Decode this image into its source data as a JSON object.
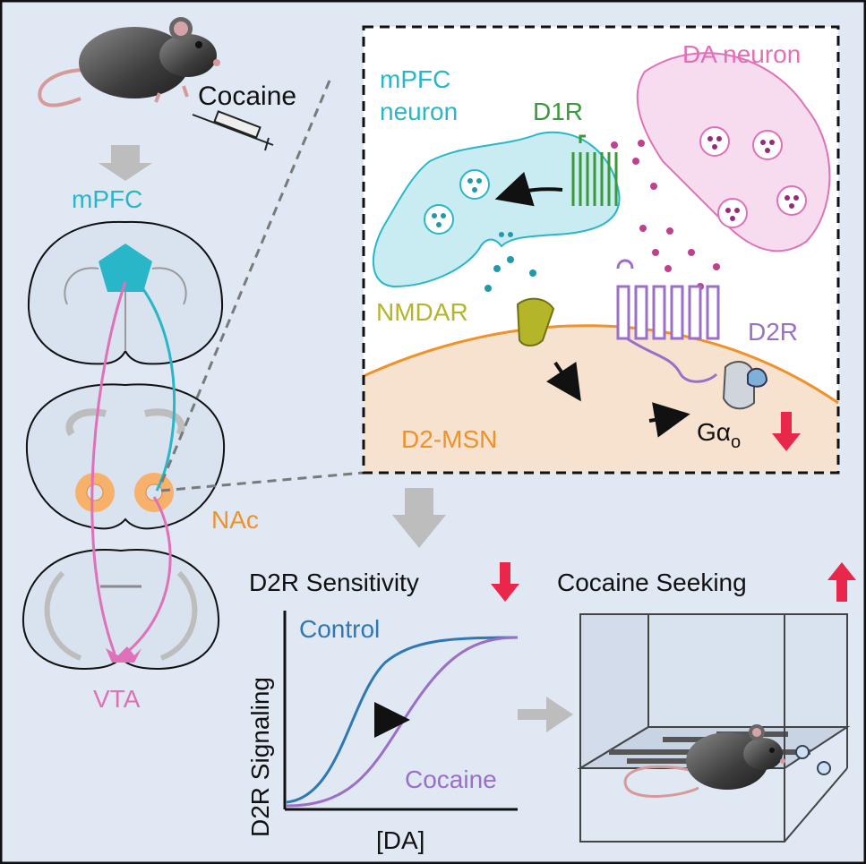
{
  "labels": {
    "cocaine_injection": "Cocaine",
    "mpfc_region": "mPFC",
    "nac": "NAc",
    "vta": "VTA",
    "mpfc_neuron_line1": "mPFC",
    "mpfc_neuron_line2": "neuron",
    "d1r": "D1R",
    "da_neuron": "DA neuron",
    "nmdar": "NMDAR",
    "d2r": "D2R",
    "d2_msn": "D2-MSN",
    "g_alpha": "Gα",
    "g_alpha_sub": "o",
    "d2r_sensitivity": "D2R Sensitivity",
    "cocaine_seeking": "Cocaine Seeking",
    "curve_control": "Control",
    "curve_cocaine": "Cocaine",
    "y_axis": "D2R Signaling",
    "x_axis": "[DA]"
  },
  "colors": {
    "bg": "#dfe8f3",
    "cyan": "#29b6c9",
    "pink": "#e070b8",
    "green": "#3a9a3a",
    "orange": "#f0922a",
    "olive": "#b5b52a",
    "purple": "#9b6fc8",
    "blue": "#2f78b4",
    "red": "#e8274b",
    "grey_arrow": "#bdbdbd"
  }
}
